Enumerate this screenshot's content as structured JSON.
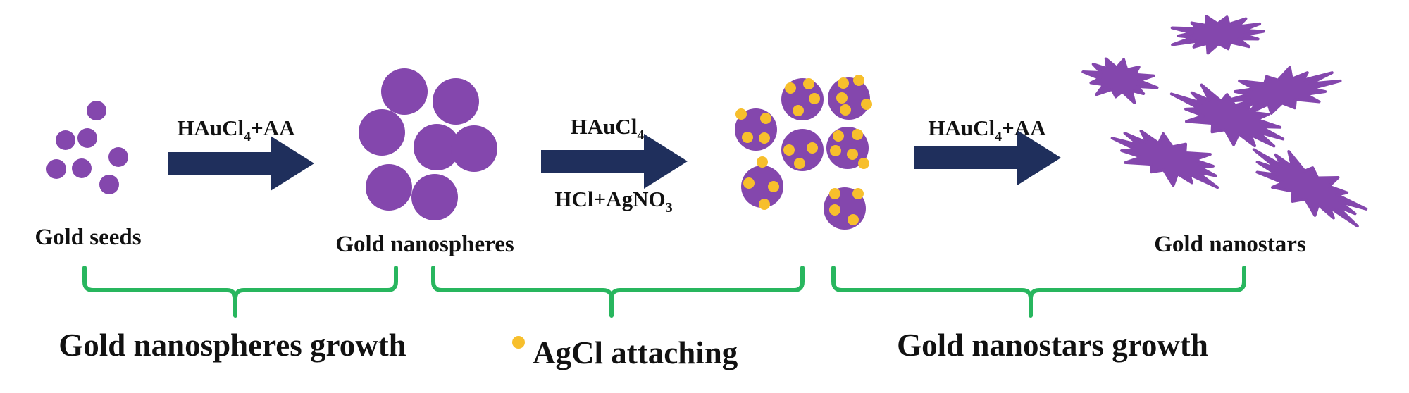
{
  "colors": {
    "particle": "#8447ad",
    "agcl": "#f7bf2c",
    "arrow": "#1f2f5c",
    "bracket": "#28b65e",
    "text": "#111111"
  },
  "stages": {
    "seeds": "Gold seeds",
    "nanospheres": "Gold nanospheres",
    "nanostars": "Gold nanostars"
  },
  "reagents": {
    "step1": {
      "base": "HAuCl",
      "sub": "4",
      "tail": "+AA"
    },
    "step2_top": {
      "base": "HAuCl",
      "sub": "4"
    },
    "step2_bottom": {
      "base": "HCl+AgNO",
      "sub": "3"
    },
    "step3": {
      "base": "HAuCl",
      "sub": "4",
      "tail": "+AA"
    }
  },
  "phases": {
    "phase1": "Gold nanospheres growth",
    "phase2": "AgCl attaching",
    "phase3": "Gold nanostars growth"
  },
  "legend": {
    "marker_icon": "agcl-dot-icon"
  }
}
